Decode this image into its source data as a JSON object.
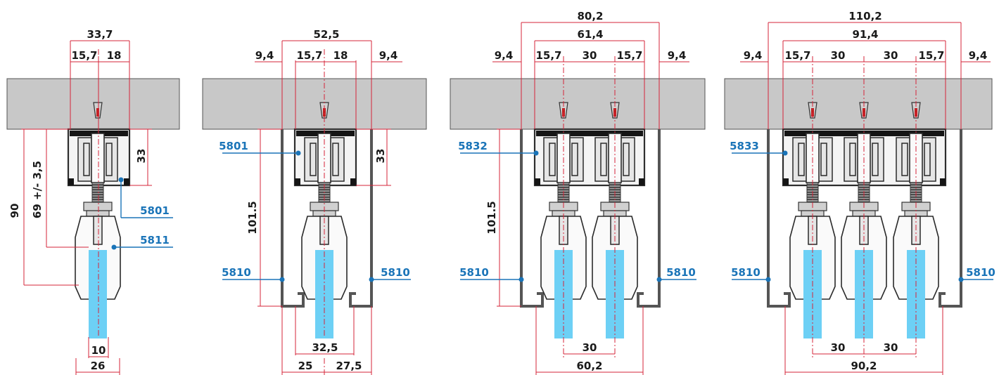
{
  "diagrams": [
    {
      "top_dims": [
        "33,7",
        "15,7",
        "18"
      ],
      "vertical_dims": [
        "90",
        "69 +/- 3,5",
        "33"
      ],
      "part_labels": [
        "5801",
        "5811"
      ],
      "bottom_dims": [
        "10",
        "26"
      ]
    },
    {
      "top_dims": [
        "52,5",
        "9,4",
        "15,7",
        "18",
        "9,4"
      ],
      "vertical_dims": [
        "101.5",
        "33"
      ],
      "part_labels": [
        "5801",
        "5810",
        "5810"
      ],
      "bottom_dims": [
        "32,5",
        "25",
        "27,5"
      ]
    },
    {
      "top_dims": [
        "80,2",
        "61,4",
        "9,4",
        "15,7",
        "30",
        "15,7",
        "9,4"
      ],
      "vertical_dims": [
        "101.5"
      ],
      "part_labels": [
        "5832",
        "5810",
        "5810"
      ],
      "bottom_dims": [
        "30",
        "60,2"
      ]
    },
    {
      "top_dims": [
        "110,2",
        "91,4",
        "9,4",
        "15,7",
        "30",
        "30",
        "15,7",
        "9,4"
      ],
      "vertical_dims": [],
      "part_labels": [
        "5833",
        "5810",
        "5810"
      ],
      "bottom_dims": [
        "30",
        "30",
        "90,2"
      ]
    }
  ],
  "colors": {
    "dimension_line": "#d6243a",
    "label_line": "#1a74b8",
    "glass": "#6dd0f5",
    "ceiling": "#c8c8c8"
  }
}
